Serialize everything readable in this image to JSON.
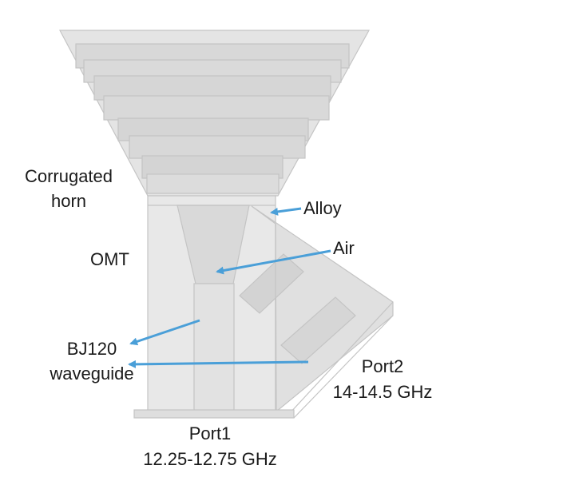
{
  "labels": {
    "corrugated_horn": [
      "Corrugated",
      "horn"
    ],
    "omt": "OMT",
    "bj120": [
      "BJ120",
      "waveguide"
    ],
    "alloy": "Alloy",
    "air": "Air",
    "port2": [
      "Port2",
      "14-14.5 GHz"
    ],
    "port1": [
      "Port1",
      "12.25-12.75 GHz"
    ]
  },
  "colors": {
    "metal_fill": "#e6e6e6",
    "metal_stroke": "#c4c4c4",
    "arrow": "#4a9fd8",
    "text": "#1a1a1a"
  }
}
